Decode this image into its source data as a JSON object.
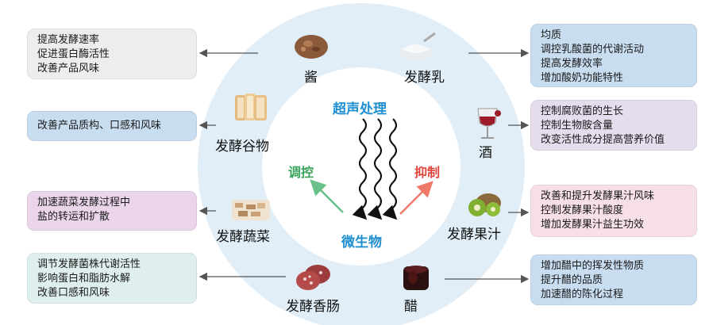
{
  "center": {
    "title": "超声处理",
    "bottom": "微生物",
    "left_action": "调控",
    "right_action": "抑制"
  },
  "colors": {
    "outer_ring": "#e1eef8",
    "inner_circle": "#ffffff",
    "center_text": "#1f8fd0",
    "regulate": "#3aa35c",
    "inhibit": "#e0443c",
    "arrow": "#555555"
  },
  "foods": [
    {
      "id": "sauce",
      "label": "酱",
      "icon": "sauce-photo-icon"
    },
    {
      "id": "yogurt",
      "label": "发酵乳",
      "icon": "yogurt-photo-icon"
    },
    {
      "id": "grain",
      "label": "发酵谷物",
      "icon": "bread-photo-icon"
    },
    {
      "id": "wine",
      "label": "酒",
      "icon": "wine-glass-icon"
    },
    {
      "id": "veg",
      "label": "发酵蔬菜",
      "icon": "pickled-vegetable-icon"
    },
    {
      "id": "juice",
      "label": "发酵果汁",
      "icon": "kiwi-fruit-icon"
    },
    {
      "id": "sausage",
      "label": "发酵香肠",
      "icon": "sausage-slices-icon"
    },
    {
      "id": "vinegar",
      "label": "醋",
      "icon": "vinegar-bowl-icon"
    }
  ],
  "boxes": {
    "sauce": {
      "lines": [
        "提高发酵速率",
        "促进蛋白酶活性",
        "改善产品风味"
      ],
      "color": "#ededed"
    },
    "yogurt": {
      "lines": [
        "均质",
        "调控乳酸菌的代谢活动",
        "提高发酵效率",
        "增加酸奶功能特性"
      ],
      "color": "#c9ddf1"
    },
    "grain": {
      "lines": [
        "改善产品质构、口感和风味"
      ],
      "color": "#c9ddf1"
    },
    "wine": {
      "lines": [
        "控制腐败菌的生长",
        "控制生物胺含量",
        "改变活性成分提高营养价值"
      ],
      "color": "#e5dced"
    },
    "veg": {
      "lines": [
        "加速蔬菜发酵过程中",
        "盐的转运和扩散"
      ],
      "color": "#ead5ea"
    },
    "juice": {
      "lines": [
        "改善和提升发酵果汁风味",
        "控制发酵果汁酸度",
        "增加发酵果汁益生功效"
      ],
      "color": "#f7dfe6"
    },
    "sausage": {
      "lines": [
        "调节发酵菌株代谢活性",
        "影响蛋白和脂肪水解",
        "改善口感和风味"
      ],
      "color": "#dfefee"
    },
    "vinegar": {
      "lines": [
        "增加醋中的挥发性物质",
        "提升醋的品质",
        "加速醋的陈化过程"
      ],
      "color": "#c9ddf1"
    }
  }
}
